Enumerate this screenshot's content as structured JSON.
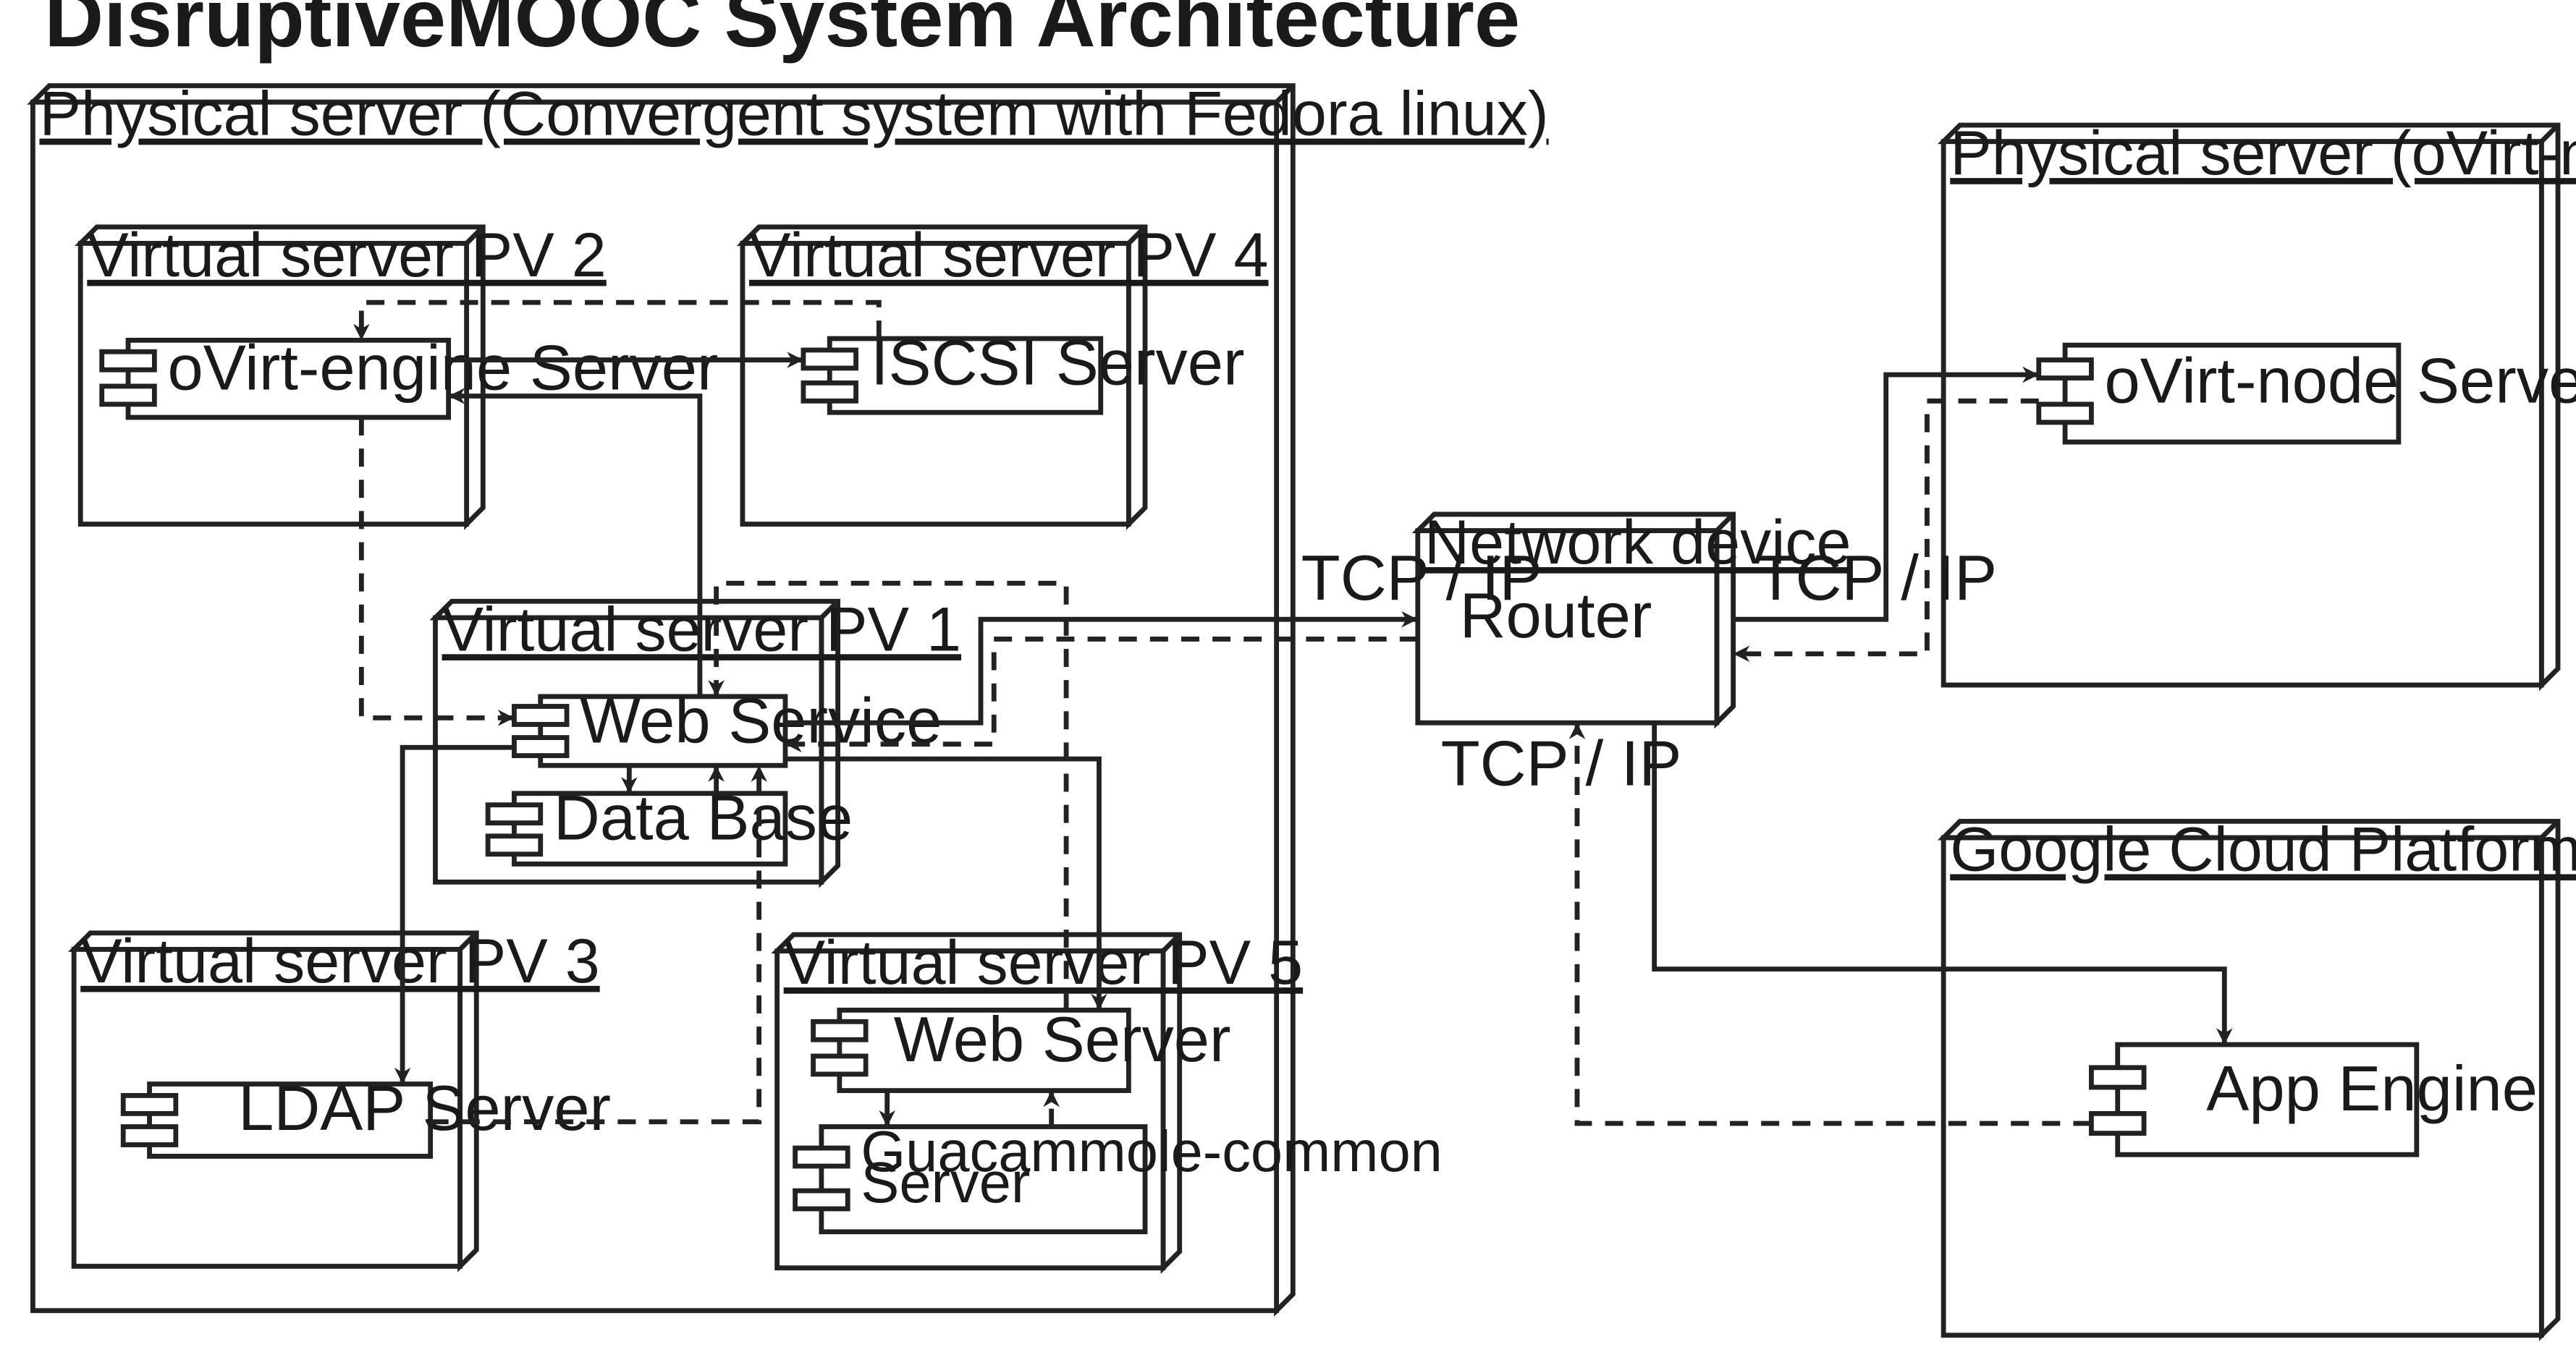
{
  "title": "DisruptiveMOOC System Architecture",
  "nodes": {
    "physical_main": "Physical server (Convergent system with Fedora linux)",
    "pv2": "Virtual server PV 2",
    "pv4": "Virtual server PV 4",
    "pv1": "Virtual server PV 1",
    "pv3": "Virtual server PV 3",
    "pv5": "Virtual server PV 5",
    "network": "Network device",
    "ovirt_node_host": "Physical server (oVirt-node)",
    "gcp": "Google Cloud Platform "
  },
  "network_body": "Router",
  "components": {
    "ovirt_engine": "oVirt-engine Server",
    "iscsi": "ISCSI Server",
    "web_service": "Web Service",
    "database": "Data Base",
    "ldap": "LDAP Server",
    "web_server": "Web Server",
    "guac_line1": "Guacammole-common",
    "guac_line2": "Server",
    "ovirt_node": "oVirt-node Server",
    "app_engine": "App Engine"
  },
  "edge_labels": {
    "ws_router": "TCP / IP",
    "router_ovirt_node": "TCP / IP",
    "appengine_router": "TCP / IP"
  }
}
